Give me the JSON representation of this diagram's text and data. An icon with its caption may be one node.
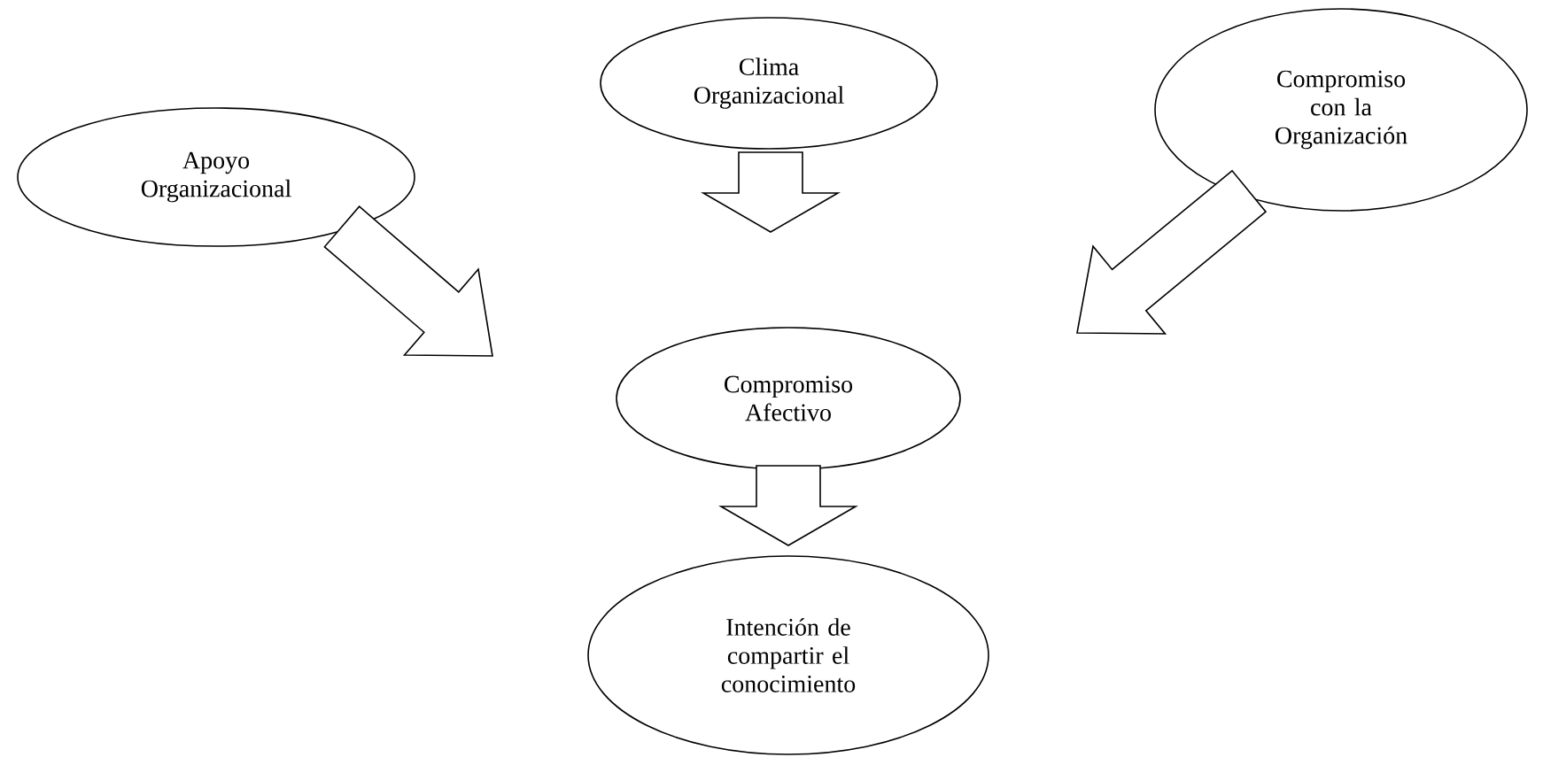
{
  "diagram": {
    "nodes": [
      {
        "text": [
          "Apoyo Organizacional"
        ]
      },
      {
        "text": [
          "Clima Organizacional"
        ]
      },
      {
        "text": [
          "Compromiso con la Organización"
        ]
      },
      {
        "text": [
          "Compromiso Afectivo"
        ]
      },
      {
        "text": [
          "Intención de compartir el conocimiento"
        ]
      }
    ],
    "edges": [
      {
        "from": 0,
        "to": 3,
        "arrow": "to"
      },
      {
        "from": 1,
        "to": 3,
        "arrow": "to"
      },
      {
        "from": 2,
        "to": 3,
        "arrow": "to"
      },
      {
        "from": 3,
        "to": 4,
        "arrow": "to"
      }
    ]
  }
}
